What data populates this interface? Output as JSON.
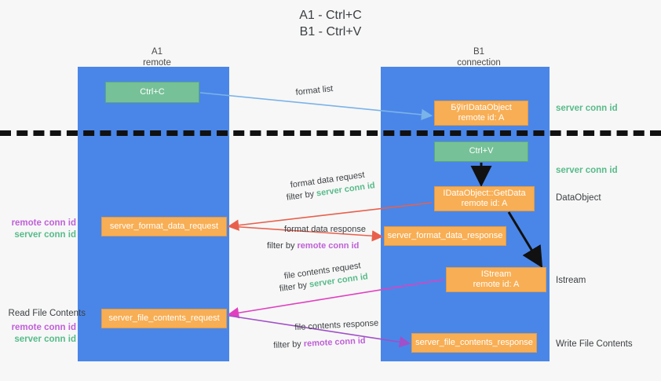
{
  "title": {
    "line1": "A1 - Ctrl+C",
    "line2": "B1 - Ctrl+V"
  },
  "columns": {
    "left": {
      "name": "A1",
      "subtitle": "remote"
    },
    "right": {
      "name": "B1",
      "subtitle": "connection"
    }
  },
  "colors": {
    "lane": "#4a86e8",
    "box_green": "#77c198",
    "box_orange": "#f8ae54",
    "server_conn_id": "#57bb8a",
    "remote_conn_id": "#c060d8",
    "arrow_blue": "#7ab3e8",
    "arrow_red": "#e8604c",
    "arrow_magenta": "#e040c0",
    "arrow_purple": "#a050c8",
    "arrow_black": "#111111",
    "background": "#f7f7f7"
  },
  "boxes": {
    "ctrl_c": {
      "line1": "Ctrl+C"
    },
    "idataobject_set": {
      "line1": "БўїrIDataObject",
      "line2": "remote id: A"
    },
    "ctrl_v": {
      "line1": "Ctrl+V"
    },
    "getdata": {
      "line1": "IDataObject::GetData",
      "line2": "remote id: A"
    },
    "format_data_request": {
      "line1": "server_format_data_request"
    },
    "format_data_response": {
      "line1": "server_format_data_response"
    },
    "istream": {
      "line1": "IStream",
      "line2": "remote id: A"
    },
    "file_contents_request": {
      "line1": "server_file_contents_request"
    },
    "file_contents_response": {
      "line1": "server_file_contents_response"
    }
  },
  "annotations": {
    "format_list": "format list",
    "format_data_request": {
      "line1": "format data request",
      "prefix": "filter by ",
      "id": "server conn id"
    },
    "format_data_response": {
      "line1": "format data response",
      "prefix": "filter by ",
      "id": "remote conn id"
    },
    "file_contents_request": {
      "line1": "file contents request",
      "prefix": "filter by ",
      "id": "server conn id"
    },
    "file_contents_response": {
      "line1": "file contents response",
      "prefix": "filter by ",
      "id": "remote conn id"
    }
  },
  "right_labels": {
    "server_conn_id_top": "server conn id",
    "server_conn_id_mid": "server conn id",
    "dataobject": "DataObject",
    "istream": "Istream",
    "write_file_contents": "Write File Contents"
  },
  "left_labels": {
    "remote_conn_id_1": "remote conn id",
    "server_conn_id_1": "server conn id",
    "read_file_contents": "Read File Contents",
    "remote_conn_id_2": "remote conn id",
    "server_conn_id_2": "server conn id"
  }
}
